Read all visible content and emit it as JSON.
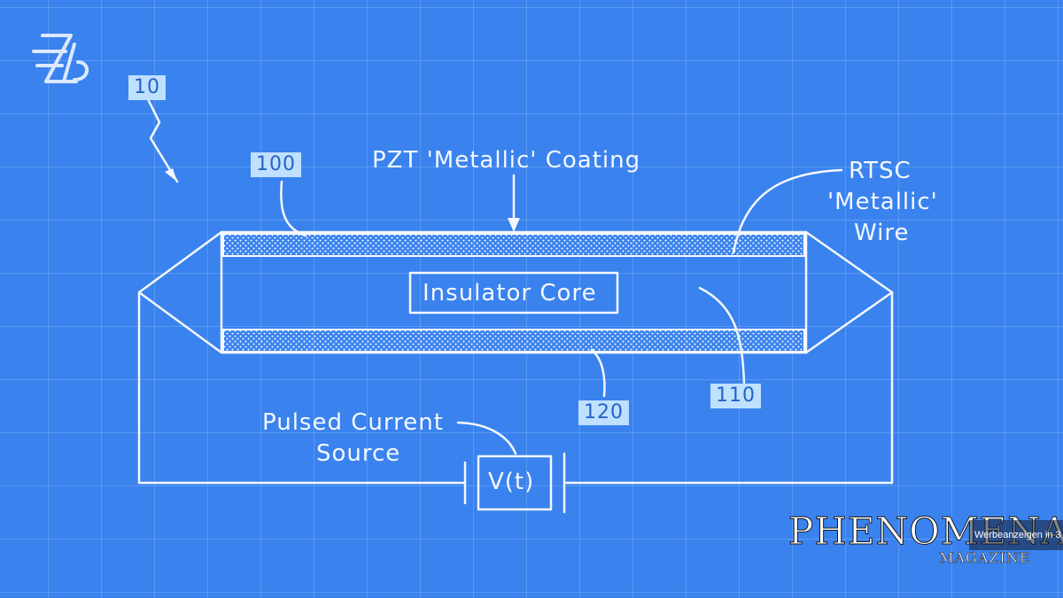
{
  "diagram": {
    "coating_label": "PZT 'Metallic' Coating",
    "wire_label_line1": "RTSC",
    "wire_label_line2": "'Metallic'",
    "wire_label_line3": "Wire",
    "core_label": "Insulator Core",
    "source_label_line1": "Pulsed Current",
    "source_label_line2": "Source",
    "source_symbol": "V(t)",
    "ref_numbers": {
      "assembly": "10",
      "coating": "100",
      "wire": "110",
      "core": "120"
    }
  },
  "overlay": {
    "brand_name": "PHENOMENA",
    "brand_subtitle": "MAGAZINE",
    "ad_notice": "Werbeanzeigen in 3"
  },
  "colors": {
    "background": "#3a82ee",
    "line": "#f4f8ff",
    "tag_fill": "#bfe0ff",
    "tag_text": "#2463c7"
  }
}
